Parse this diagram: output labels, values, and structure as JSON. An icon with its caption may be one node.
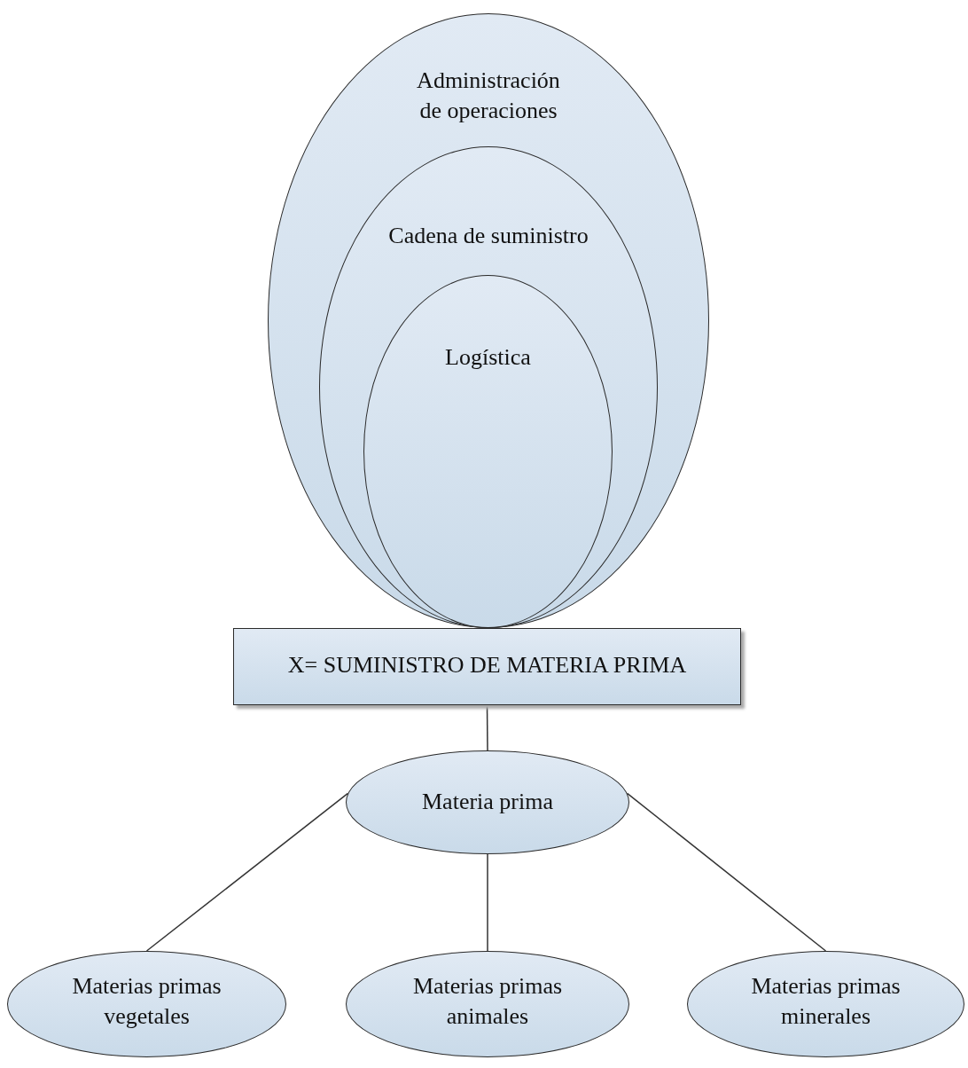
{
  "diagram": {
    "nodes": [
      {
        "text": [
          "Administración de operaciones"
        ]
      },
      {
        "text": [
          "Cadena de suministro"
        ],
        "in": 0
      },
      {
        "text": [
          "Logística"
        ],
        "in": 1
      },
      {
        "text": [
          "X= SUMINISTRO DE MATERIA PRIMA"
        ]
      },
      {
        "text": [
          "Materia prima"
        ]
      },
      {
        "text": [
          "Materias primas vegetales"
        ]
      },
      {
        "text": [
          "Materias primas animales"
        ]
      },
      {
        "text": [
          "Materias primas minerales"
        ]
      }
    ],
    "edges": [
      {
        "from": 3,
        "to": 4,
        "arrow": "none"
      },
      {
        "from": 4,
        "to": 5,
        "arrow": "none"
      },
      {
        "from": 4,
        "to": 6,
        "arrow": "none"
      },
      {
        "from": 4,
        "to": 7,
        "arrow": "none"
      }
    ]
  }
}
